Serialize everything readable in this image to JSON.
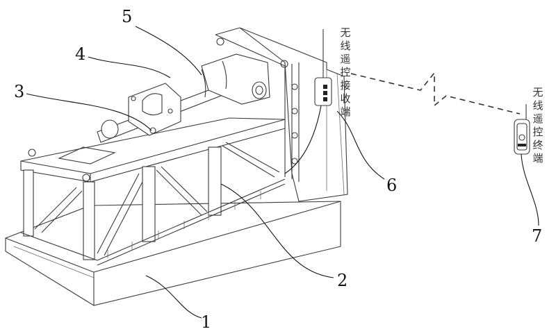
{
  "figure": {
    "labels": [
      {
        "id": "1",
        "text": "1",
        "part": "base"
      },
      {
        "id": "2",
        "text": "2",
        "part": "frame"
      },
      {
        "id": "3",
        "text": "3",
        "part": "bearing-seat"
      },
      {
        "id": "4",
        "text": "4",
        "part": "shaft"
      },
      {
        "id": "5",
        "text": "5",
        "part": "sleeve"
      },
      {
        "id": "6",
        "text": "6",
        "part": "wireless-receiver"
      },
      {
        "id": "7",
        "text": "7",
        "part": "wireless-remote"
      }
    ],
    "receiver_caption": "无线遥控接收端",
    "remote_caption": "无线遥控终端",
    "link_style": "dashed-wireless"
  },
  "colors": {
    "line": "#3a3a3a",
    "leader": "#111111",
    "background": "#ffffff"
  }
}
